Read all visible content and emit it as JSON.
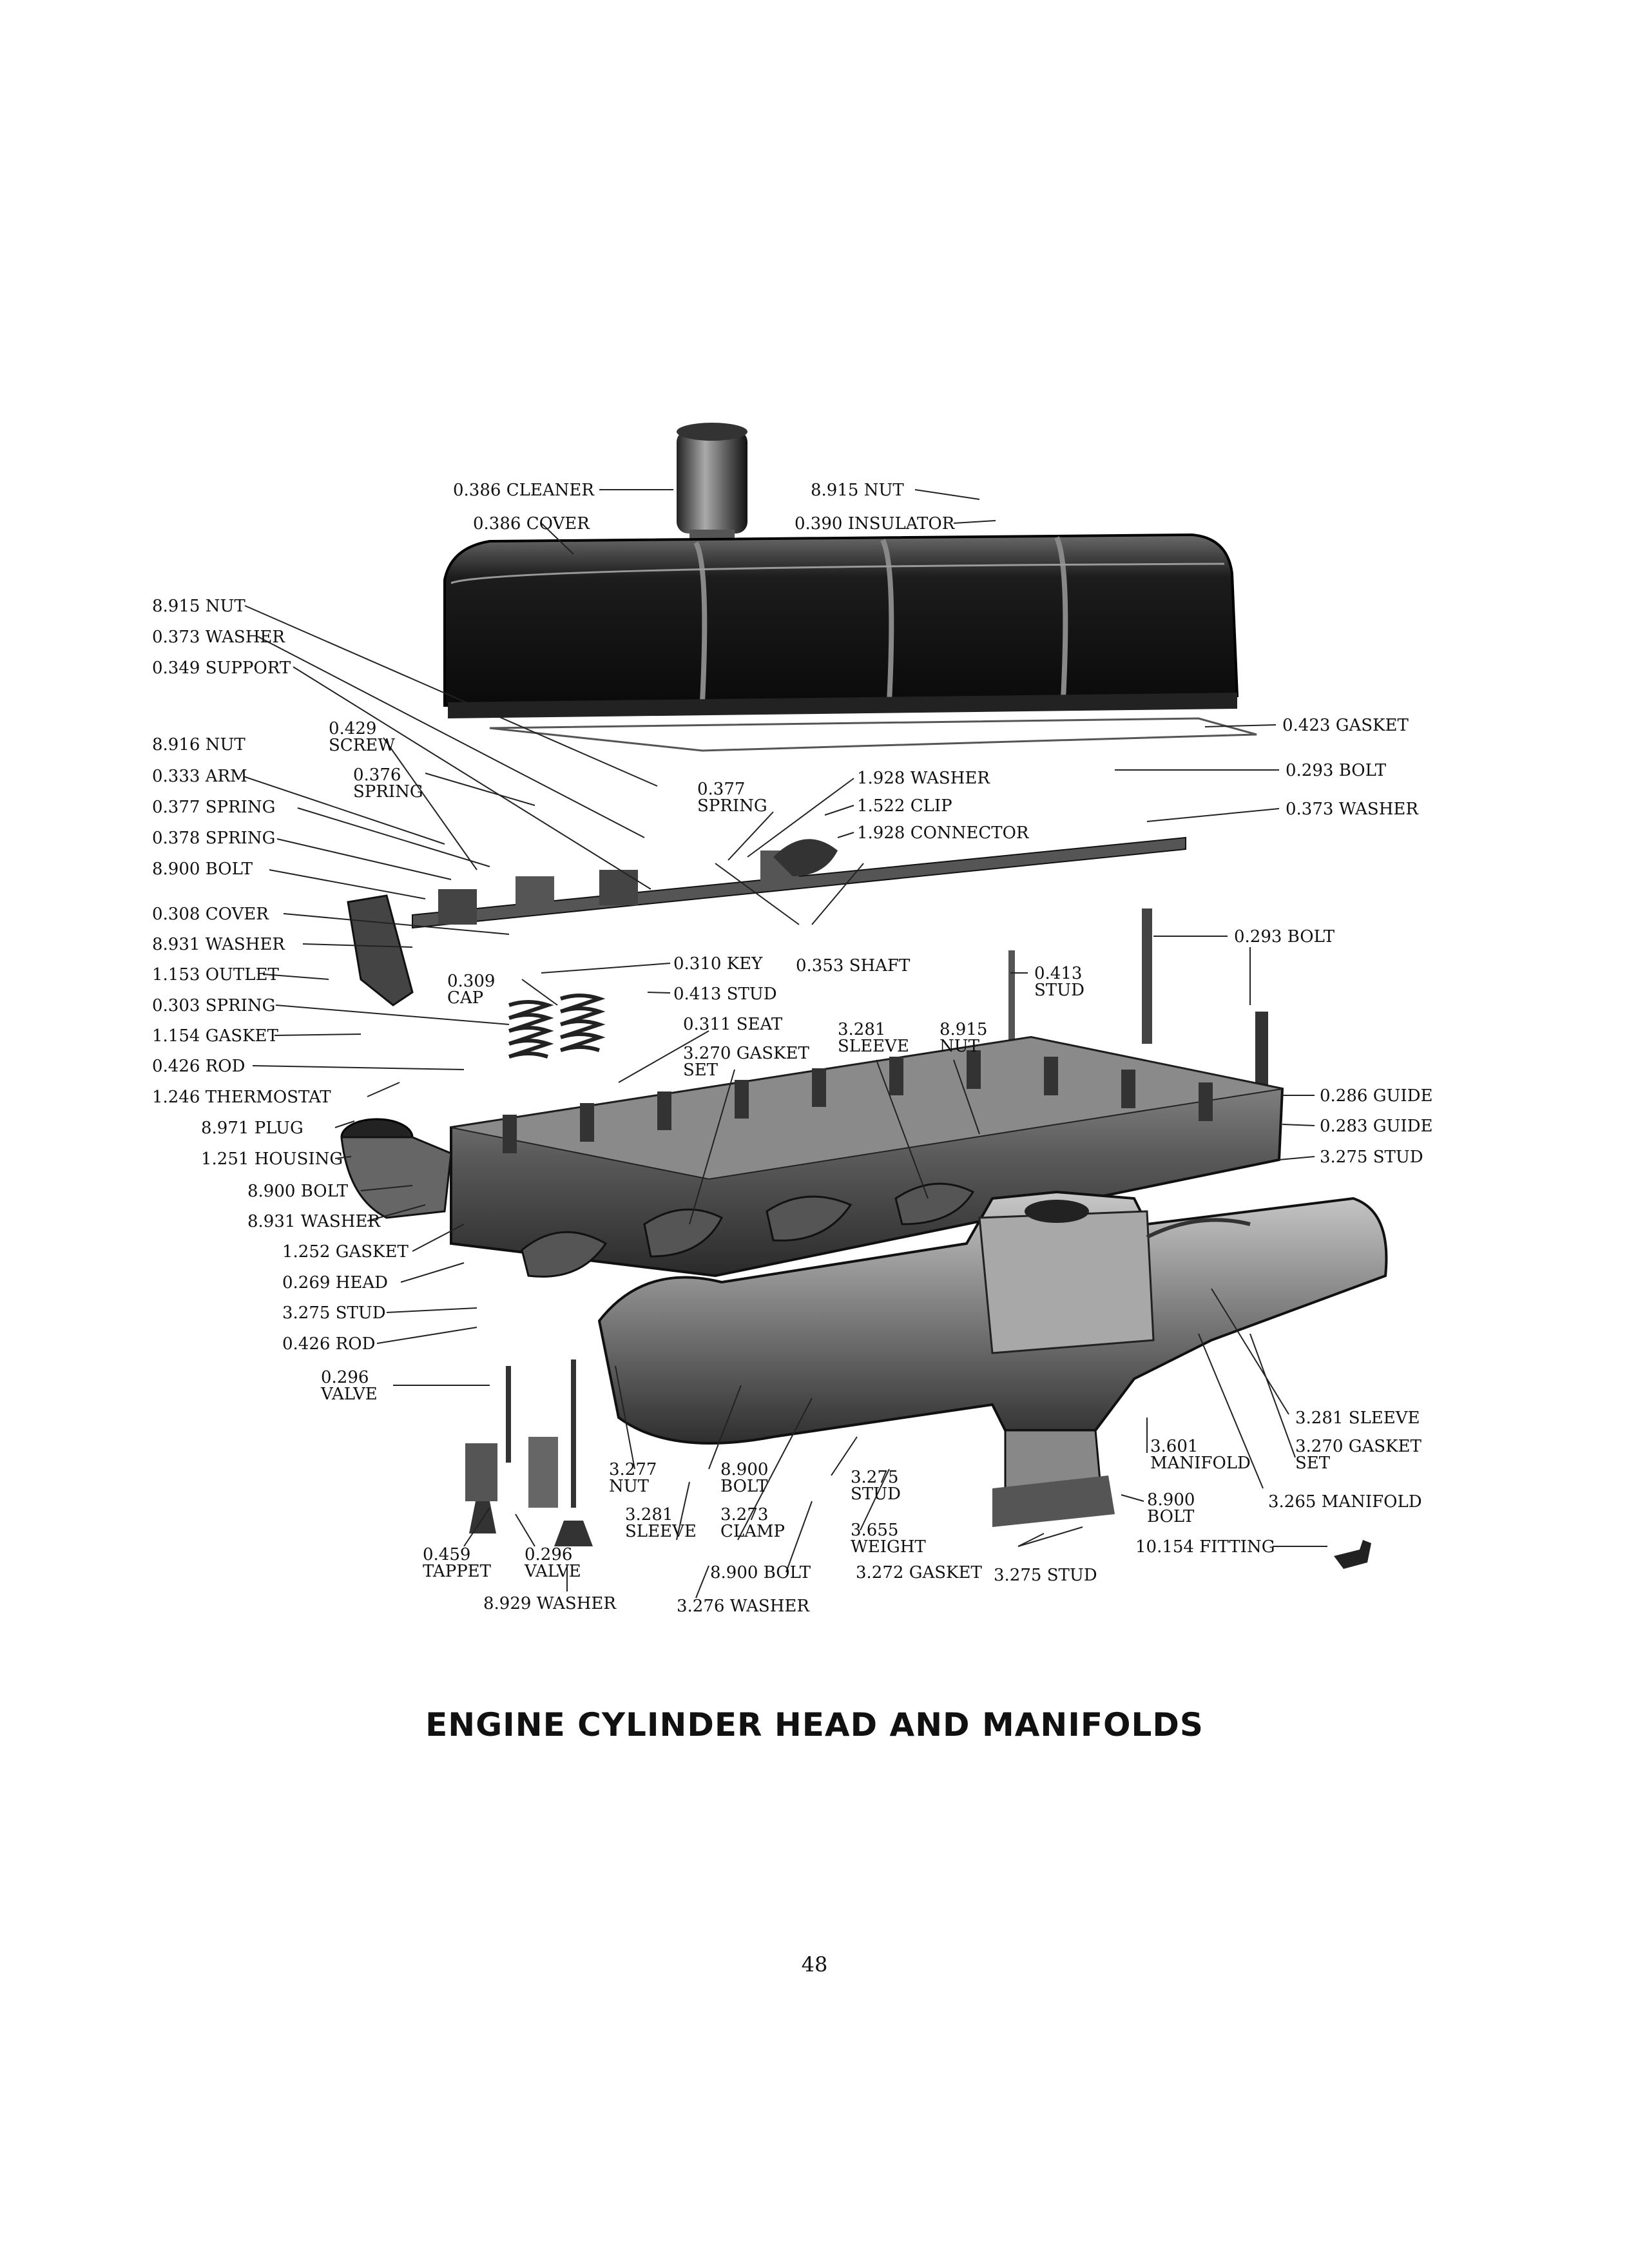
{
  "title": "ENGINE CYLINDER HEAD AND MANIFOLDS",
  "page_number": "48",
  "callouts": [
    {
      "id": "c1",
      "text": "0.386 CLEANER"
    },
    {
      "id": "c2",
      "text": "0.386 COVER"
    },
    {
      "id": "c3",
      "text": "8.915 NUT"
    },
    {
      "id": "c4",
      "text": "0.390 INSULATOR"
    },
    {
      "id": "c5",
      "text": "8.915 NUT"
    },
    {
      "id": "c6",
      "text": "0.373 WASHER"
    },
    {
      "id": "c7",
      "text": "0.349 SUPPORT"
    },
    {
      "id": "c8",
      "text": "0.429 SCREW"
    },
    {
      "id": "c9",
      "text": "8.916 NUT"
    },
    {
      "id": "c10",
      "text": "0.376 SPRING"
    },
    {
      "id": "c11",
      "text": "0.333 ARM"
    },
    {
      "id": "c12",
      "text": "0.377 SPRING"
    },
    {
      "id": "c13",
      "text": "0.378 SPRING"
    },
    {
      "id": "c14",
      "text": "8.900 BOLT"
    },
    {
      "id": "c15",
      "text": "0.377 SPRING"
    },
    {
      "id": "c16",
      "text": "1.928 WASHER"
    },
    {
      "id": "c17",
      "text": "1.522 CLIP"
    },
    {
      "id": "c18",
      "text": "1.928 CONNECTOR"
    },
    {
      "id": "c19",
      "text": "0.423 GASKET"
    },
    {
      "id": "c20",
      "text": "0.293 BOLT"
    },
    {
      "id": "c21",
      "text": "0.373 WASHER"
    },
    {
      "id": "c22",
      "text": "0.308 COVER"
    },
    {
      "id": "c23",
      "text": "8.931 WASHER"
    },
    {
      "id": "c24",
      "text": "1.153 OUTLET"
    },
    {
      "id": "c25",
      "text": "0.303 SPRING"
    },
    {
      "id": "c26",
      "text": "1.154 GASKET"
    },
    {
      "id": "c27",
      "text": "0.426 ROD"
    },
    {
      "id": "c28",
      "text": "1.246 THERMOSTAT"
    },
    {
      "id": "c29",
      "text": "0.309 CAP"
    },
    {
      "id": "c30",
      "text": "0.310 KEY"
    },
    {
      "id": "c31",
      "text": "0.413 STUD"
    },
    {
      "id": "c32",
      "text": "0.353 SHAFT"
    },
    {
      "id": "c33",
      "text": "0.413 STUD"
    },
    {
      "id": "c34",
      "text": "0.293 BOLT"
    },
    {
      "id": "c35",
      "text": "0.311 SEAT"
    },
    {
      "id": "c36",
      "text": "3.270 GASKET SET"
    },
    {
      "id": "c37",
      "text": "3.281 SLEEVE"
    },
    {
      "id": "c38",
      "text": "8.915 NUT"
    },
    {
      "id": "c39",
      "text": "0.286 GUIDE"
    },
    {
      "id": "c40",
      "text": "0.283 GUIDE"
    },
    {
      "id": "c41",
      "text": "3.275 STUD"
    },
    {
      "id": "c42",
      "text": "8.971 PLUG"
    },
    {
      "id": "c43",
      "text": "1.251 HOUSING"
    },
    {
      "id": "c44",
      "text": "8.900 BOLT"
    },
    {
      "id": "c45",
      "text": "8.931 WASHER"
    },
    {
      "id": "c46",
      "text": "1.252 GASKET"
    },
    {
      "id": "c47",
      "text": "0.269 HEAD"
    },
    {
      "id": "c48",
      "text": "3.275 STUD"
    },
    {
      "id": "c49",
      "text": "0.426 ROD"
    },
    {
      "id": "c50",
      "text": "0.296 VALVE"
    },
    {
      "id": "c51",
      "text": "3.281 SLEEVE"
    },
    {
      "id": "c52",
      "text": "3.601 MANIFOLD"
    },
    {
      "id": "c53",
      "text": "3.270 GASKET SET"
    },
    {
      "id": "c54",
      "text": "3.277 NUT"
    },
    {
      "id": "c55",
      "text": "8.900 BOLT"
    },
    {
      "id": "c56",
      "text": "3.275 STUD"
    },
    {
      "id": "c57",
      "text": "8.900 BOLT"
    },
    {
      "id": "c58",
      "text": "3.265 MANIFOLD"
    },
    {
      "id": "c59",
      "text": "3.281 SLEEVE"
    },
    {
      "id": "c60",
      "text": "3.273 CLAMP"
    },
    {
      "id": "c61",
      "text": "3.655 WEIGHT"
    },
    {
      "id": "c62",
      "text": "10.154 FITTING"
    },
    {
      "id": "c63",
      "text": "0.459 TAPPET"
    },
    {
      "id": "c64",
      "text": "0.296 VALVE"
    },
    {
      "id": "c65",
      "text": "8.900 BOLT"
    },
    {
      "id": "c66",
      "text": "3.272 GASKET"
    },
    {
      "id": "c67",
      "text": "3.275 STUD"
    },
    {
      "id": "c68",
      "text": "8.929 WASHER"
    },
    {
      "id": "c69",
      "text": "3.276 WASHER"
    }
  ]
}
